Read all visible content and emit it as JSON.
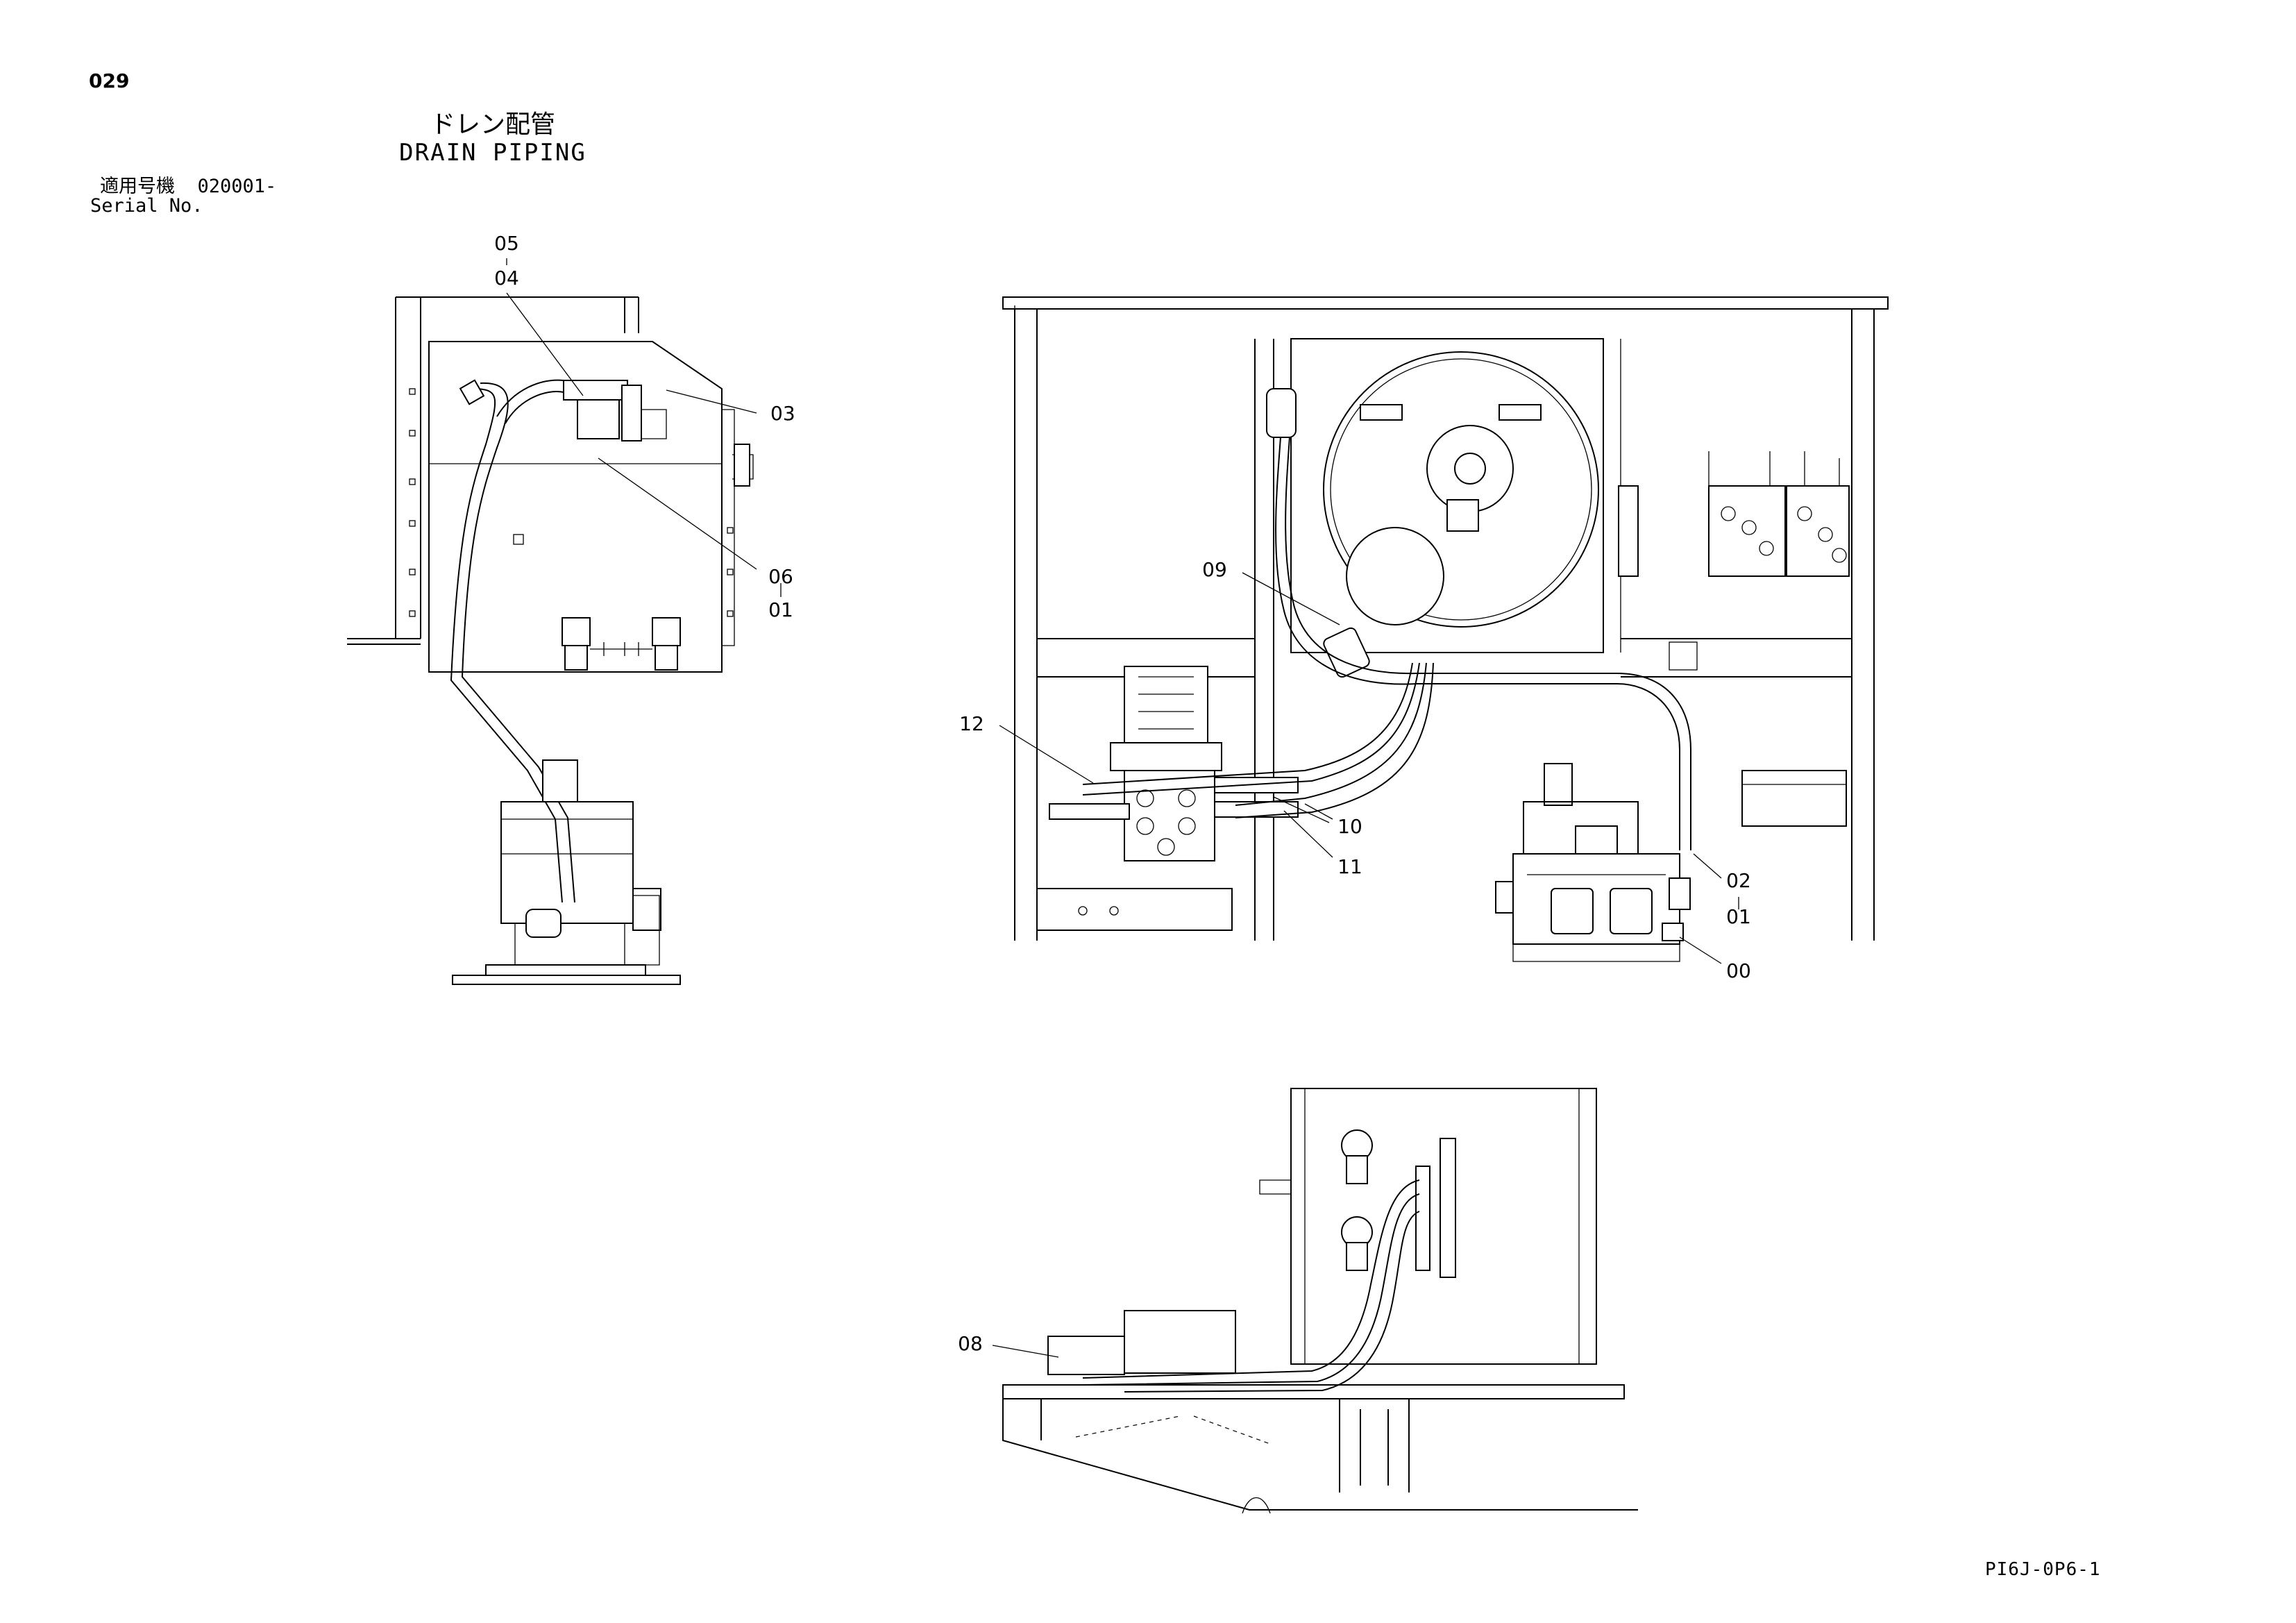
{
  "page_number": "029",
  "title_jp": "ドレン配管",
  "title_en": "DRAIN PIPING",
  "serial": {
    "label_jp": "適用号機",
    "value": "020001-",
    "label_en": "Serial No."
  },
  "doc_id": "PI6J-0P6-1",
  "callouts": {
    "c05": "05",
    "c04": "04",
    "c03": "03",
    "c06": "06",
    "c01a": "01",
    "c09": "09",
    "c12": "12",
    "c10": "10",
    "c11": "11",
    "c02": "02",
    "c01b": "01",
    "c00": "00",
    "c08": "08"
  }
}
